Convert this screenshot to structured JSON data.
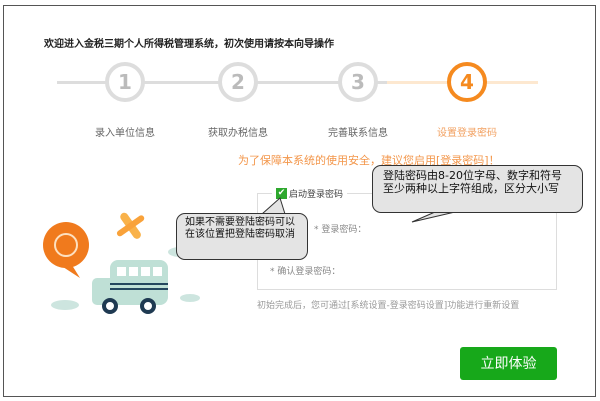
{
  "title": "欢迎进入金税三期个人所得税管理系统，初次使用请按本向导操作",
  "steps": [
    {
      "num": "1",
      "label": "录入单位信息"
    },
    {
      "num": "2",
      "label": "获取办税信息"
    },
    {
      "num": "3",
      "label": "完善联系信息"
    },
    {
      "num": "4",
      "label": "设置登录密码"
    }
  ],
  "current_step": 4,
  "warning": "为了保障本系统的使用安全，建议您启用[登录密码]！",
  "form": {
    "enable_label": "启动登录密码",
    "enable_checked": true,
    "password_label": "* 登录密码：",
    "confirm_label": "* 确认登录密码：",
    "hint": "初始完成后，您可通过[系统设置-登录密码设置]功能进行重新设置"
  },
  "button": "立即体验",
  "callouts": {
    "left": "如果不需要登陆密码可以在该位置把登陆密码取消",
    "right": "登陆密码由8-20位字母、数字和符号至少两种以上字符组成，区分大小写"
  },
  "colors": {
    "accent": "#f58a1f",
    "button": "#17a81a"
  }
}
